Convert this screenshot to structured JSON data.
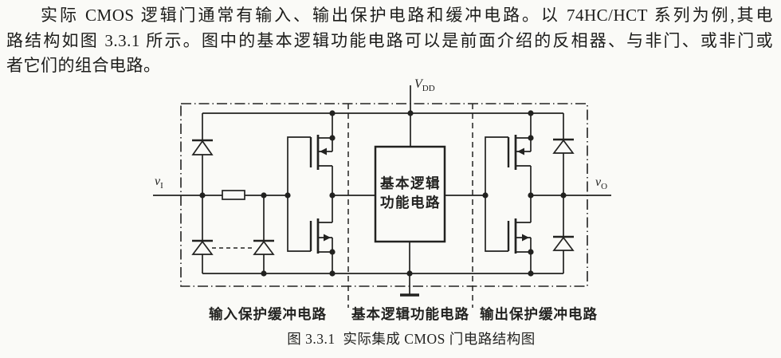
{
  "page": {
    "paragraph": {
      "line1": "实际 CMOS 逻辑门通常有输入、输出保护电路和缓冲电路。以 74HC/HCT 系列为例,其电",
      "line2": "路结构如图 3.3.1 所示。图中的基本逻辑功能电路可以是前面介绍的反相器、与非门、或非门或",
      "line3": "者它们的组合电路。"
    }
  },
  "diagram": {
    "labels": {
      "vdd": {
        "base": "V",
        "sub": "DD"
      },
      "vi": {
        "base": "v",
        "sub": "I"
      },
      "vo": {
        "base": "v",
        "sub": "O"
      }
    },
    "logic_box": {
      "line1": "基本逻辑",
      "line2": "功能电路"
    },
    "sections": [
      {
        "label": "输入保护缓冲电路"
      },
      {
        "label": "基本逻辑功能电路"
      },
      {
        "label": "输出保护缓冲电路"
      }
    ],
    "caption": "图 3.3.1  实际集成 CMOS 门电路结构图",
    "colors": {
      "ink": "#222220",
      "background": "#fafaf7"
    }
  }
}
